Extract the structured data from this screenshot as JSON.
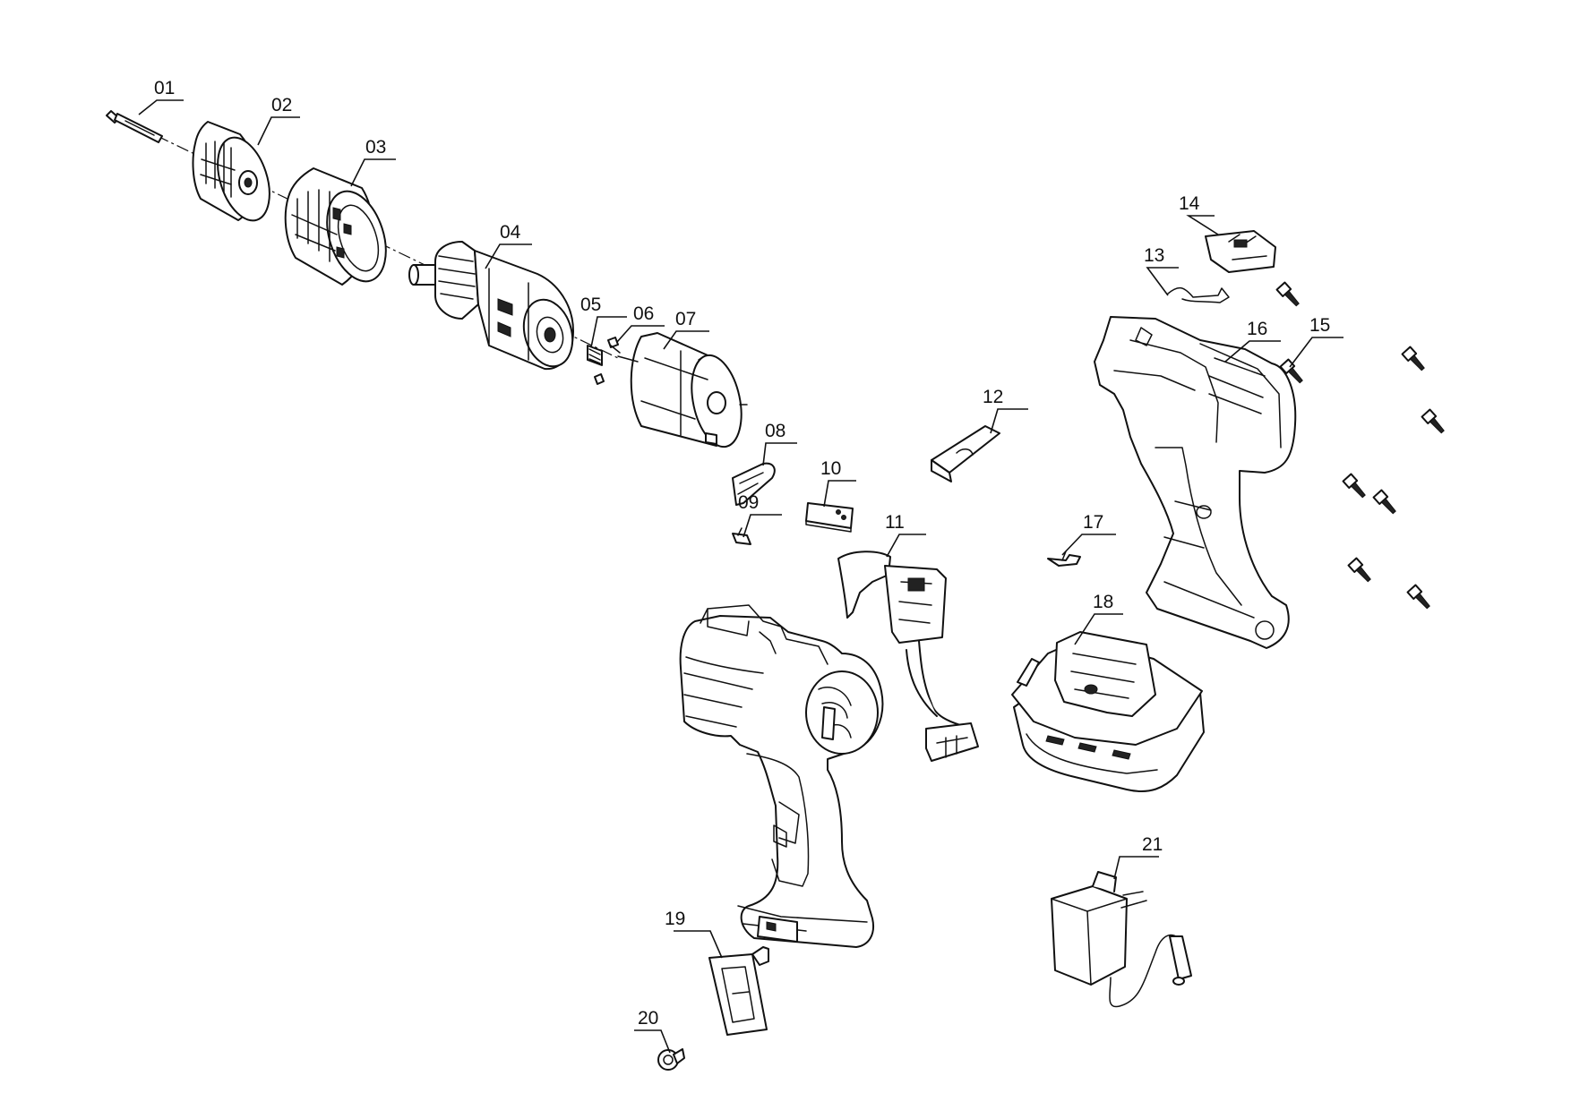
{
  "part_numbers": [
    "01",
    "02",
    "03",
    "04",
    "05",
    "06",
    "07",
    "08",
    "09",
    "10",
    "11",
    "12",
    "13",
    "14",
    "15",
    "16",
    "17",
    "18",
    "19",
    "20",
    "21"
  ]
}
